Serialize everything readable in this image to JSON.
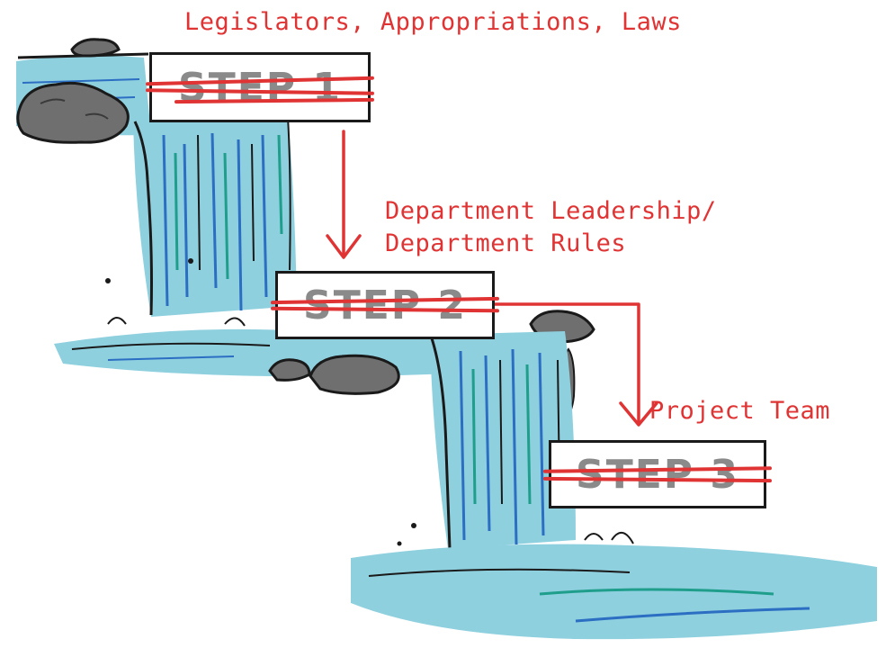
{
  "labels": {
    "top": "Legislators, Appropriations, Laws",
    "middle_line1": "Department Leadership/",
    "middle_line2": "Department Rules",
    "bottom": "Project Team"
  },
  "steps": [
    "STEP 1",
    "STEP 2",
    "STEP 3"
  ],
  "colors": {
    "ink_red": "#e03333",
    "water": "#8fd0df",
    "water_blue": "#2c6ec2",
    "water_teal": "#1f9e8c",
    "rock": "#6f6f6f",
    "outline": "#1a1a1a"
  },
  "icons": [
    "rock-icon",
    "waterfall-icon",
    "arrow-icon"
  ]
}
